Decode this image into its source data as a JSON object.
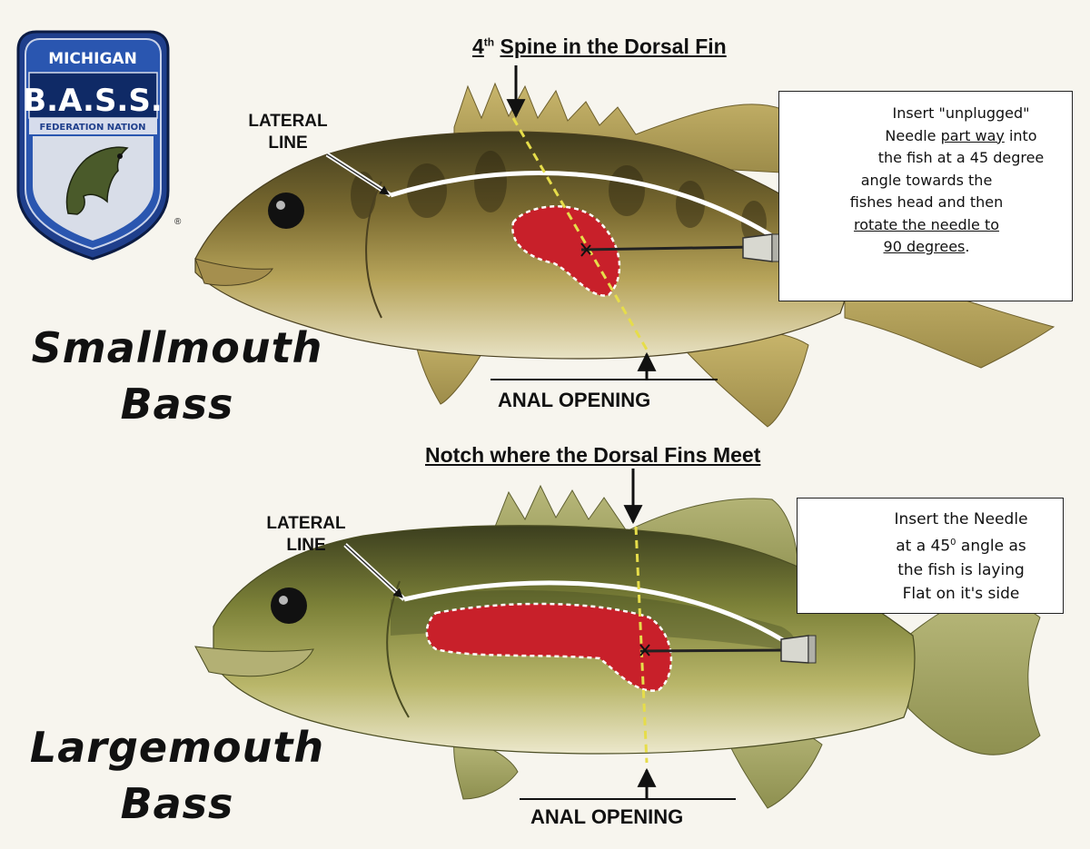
{
  "logo": {
    "top_text": "MICHIGAN",
    "main_text": "B.A.S.S.",
    "band_text": "FEDERATION NATION",
    "registered_mark": "®"
  },
  "smallmouth": {
    "species_line1": "Smallmouth",
    "species_line2": "Bass",
    "top_label_sup": "th",
    "top_label_num": "4",
    "top_label_rest": "Spine in the Dorsal Fin",
    "lateral_line_1": "LATERAL",
    "lateral_line_2": "LINE",
    "anal_label": "ANAL OPENING",
    "instruction": {
      "line1": "Insert \"unplugged\"",
      "line2_a": "Needle ",
      "line2_u": "part way",
      "line2_b": " into",
      "line3": "the fish at a 45 degree",
      "line4": "angle towards the",
      "line5": "fishes head and then",
      "line6": "rotate the needle to",
      "line7": "90 degrees",
      "line7_end": "."
    }
  },
  "largemouth": {
    "species_line1": "Largemouth",
    "species_line2": "Bass",
    "top_label": "Notch where the Dorsal Fins Meet",
    "lateral_line_1": "LATERAL",
    "lateral_line_2": "LINE",
    "anal_label": "ANAL OPENING",
    "instruction": {
      "line1": "Insert the Needle",
      "line2_a": "at a 45",
      "line2_sup": "0",
      "line2_b": " angle as",
      "line3": "the fish is laying",
      "line4": "Flat on it's side"
    }
  },
  "colors": {
    "background": "#f7f5ee",
    "bladder_red": "#c8202a",
    "guide_yellow": "#e6dd4a",
    "fish_body_small": "#8a7a3e",
    "fish_body_large": "#9a9a4a",
    "logo_blue": "#1f3f8c"
  }
}
